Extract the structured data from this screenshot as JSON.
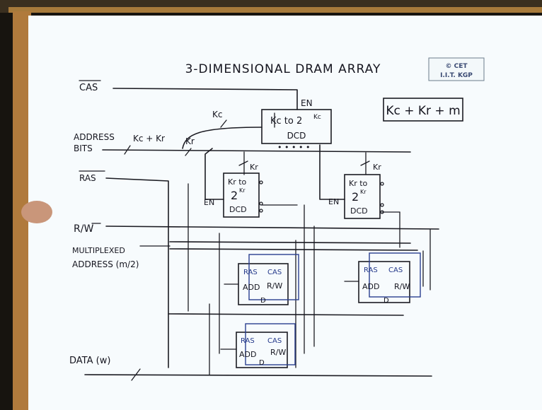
{
  "title": "3-DIMENSIONAL DRAM ARRAY",
  "logo": {
    "line1": "© CET",
    "line2": "I.I.T. KGP"
  },
  "formula": "Kc + Kr + m",
  "signals": {
    "cas": "CAS",
    "ras": "RAS",
    "rw": "R/W",
    "address_bits_line1": "ADDRESS",
    "address_bits_line2": "BITS",
    "address_width": "Kc + Kr",
    "kc_label": "Kc",
    "kr_label": "Kr",
    "multiplexed_line1": "MULTIPLEXED",
    "multiplexed_line2": "ADDRESS (m/2)",
    "data": "DATA (w)"
  },
  "decoders": {
    "col": {
      "line1": "Kc to 2",
      "sup": "Kc",
      "line2": "DCD",
      "en": "EN",
      "outputs": "• • • • •"
    },
    "row": {
      "line1": "Kr to",
      "line2": "2",
      "sup": "Kr",
      "line3": "DCD",
      "en": "EN",
      "input": "Kr"
    }
  },
  "chip": {
    "ras": "RAS",
    "cas": "CAS",
    "add": "ADD",
    "rw": "R/W",
    "d": "D"
  }
}
